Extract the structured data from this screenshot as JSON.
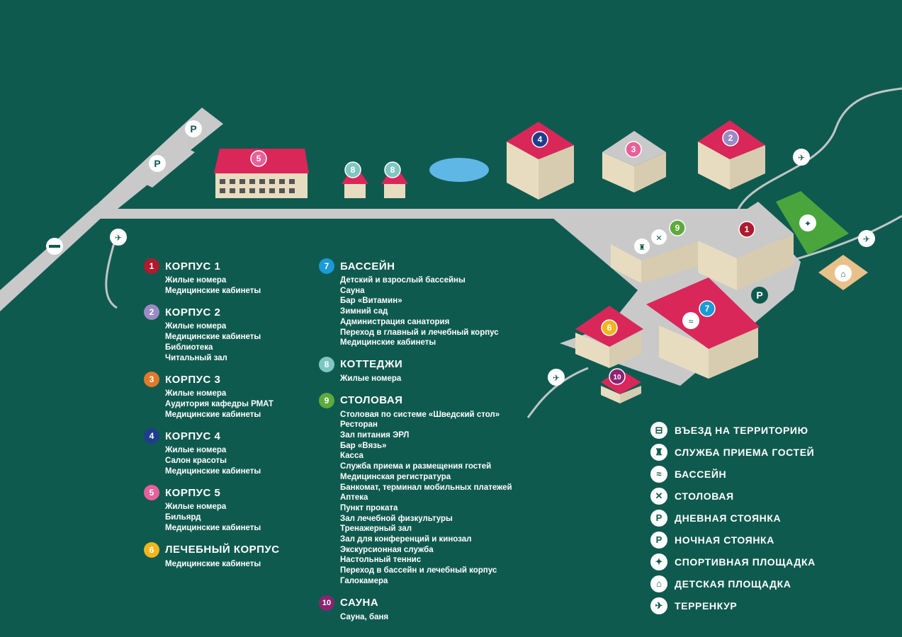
{
  "colors": {
    "background": "#0f5a4f",
    "road": "#c9c9c9",
    "roof": "#d9275a",
    "wall": "#e8dcc0",
    "pond": "#5fb7e6",
    "sport_field": "#4aa63c",
    "playground": "#e8c08a"
  },
  "map": {
    "parking_label": "P",
    "buildings": [
      {
        "num": "5",
        "color": "#e8609b"
      },
      {
        "num": "8",
        "color": "#7fc6c2"
      },
      {
        "num": "8",
        "color": "#7fc6c2"
      },
      {
        "num": "4",
        "color": "#1f3d8c"
      },
      {
        "num": "3",
        "color": "#e8609b"
      },
      {
        "num": "2",
        "color": "#9b8bc4"
      },
      {
        "num": "9",
        "color": "#5cab3c"
      },
      {
        "num": "1",
        "color": "#b0192e"
      },
      {
        "num": "7",
        "color": "#1a9ad6"
      },
      {
        "num": "6",
        "color": "#f2b61c"
      },
      {
        "num": "10",
        "color": "#8c2472"
      }
    ]
  },
  "legend": {
    "left": [
      {
        "num": "1",
        "color": "#b0192e",
        "title": "КОРПУС 1",
        "items": [
          "Жилые номера",
          "Медицинские кабинеты"
        ]
      },
      {
        "num": "2",
        "color": "#9b8bc4",
        "title": "КОРПУС 2",
        "items": [
          "Жилые номера",
          "Медицинские кабинеты",
          "Библиотека",
          "Читальный зал"
        ]
      },
      {
        "num": "3",
        "color": "#e07a2a",
        "title": "КОРПУС 3",
        "items": [
          "Жилые номера",
          "Аудитория кафедры РМАТ",
          "Медицинские кабинеты"
        ]
      },
      {
        "num": "4",
        "color": "#1f3d8c",
        "title": "КОРПУС 4",
        "items": [
          "Жилые номера",
          "Салон красоты",
          "Медицинские кабинеты"
        ]
      },
      {
        "num": "5",
        "color": "#e8609b",
        "title": "КОРПУС 5",
        "items": [
          "Жилые номера",
          "Бильярд",
          "Медицинские кабинеты"
        ]
      },
      {
        "num": "6",
        "color": "#f2b61c",
        "title": "ЛЕЧЕБНЫЙ КОРПУС",
        "items": [
          "Медицинские кабинеты"
        ]
      }
    ],
    "right": [
      {
        "num": "7",
        "color": "#1a9ad6",
        "title": "БАССЕЙН",
        "items": [
          "Детский и взрослый бассейны",
          "Сауна",
          "Бар «Витамин»",
          "Зимний сад",
          "Администрация санатория",
          "Переход в главный и лечебный корпус",
          "Медицинские кабинеты"
        ]
      },
      {
        "num": "8",
        "color": "#7fc6c2",
        "title": "КОТТЕДЖИ",
        "items": [
          "Жилые номера"
        ]
      },
      {
        "num": "9",
        "color": "#5cab3c",
        "title": "СТОЛОВАЯ",
        "items": [
          "Столовая по системе «Шведский стол»",
          "Ресторан",
          "Зал питания ЭРЛ",
          "Бар «Вязь»",
          "Касса",
          "Служба приема и размещения гостей",
          "Медицинская регистратура",
          "Банкомат, терминал мобильных платежей",
          "Аптека",
          "Пункт проката",
          "Зал лечебной физкультуры",
          "Тренажерный зал",
          "Зал для конференций и кинозал",
          "Экскурсионная служба",
          "Настольный теннис",
          "Переход в бассейн и лечебный корпус",
          "Галокамера"
        ]
      },
      {
        "num": "10",
        "color": "#8c2472",
        "title": "САУНА",
        "items": [
          "Сауна, баня"
        ]
      }
    ]
  },
  "icon_legend": [
    {
      "icon": "barrier-icon",
      "glyph": "⊟",
      "label": "ВЪЕЗД НА ТЕРРИТОРИЮ"
    },
    {
      "icon": "reception-bell-icon",
      "glyph": "♜",
      "label": "СЛУЖБА ПРИЕМА ГОСТЕЙ"
    },
    {
      "icon": "swimmer-icon",
      "glyph": "≈",
      "label": "БАССЕЙН"
    },
    {
      "icon": "fork-knife-icon",
      "glyph": "✕",
      "label": "СТОЛОВАЯ"
    },
    {
      "icon": "parking-day-icon",
      "glyph": "P",
      "label": "ДНЕВНАЯ СТОЯНКА"
    },
    {
      "icon": "parking-night-icon",
      "glyph": "P",
      "label": "НОЧНАЯ СТОЯНКА"
    },
    {
      "icon": "sports-ground-icon",
      "glyph": "✦",
      "label": "СПОРТИВНАЯ ПЛОЩАДКА"
    },
    {
      "icon": "playground-icon",
      "glyph": "⌂",
      "label": "ДЕТСКАЯ ПЛОЩАДКА"
    },
    {
      "icon": "hiking-icon",
      "glyph": "✈",
      "label": "ТЕРРЕНКУР"
    }
  ]
}
